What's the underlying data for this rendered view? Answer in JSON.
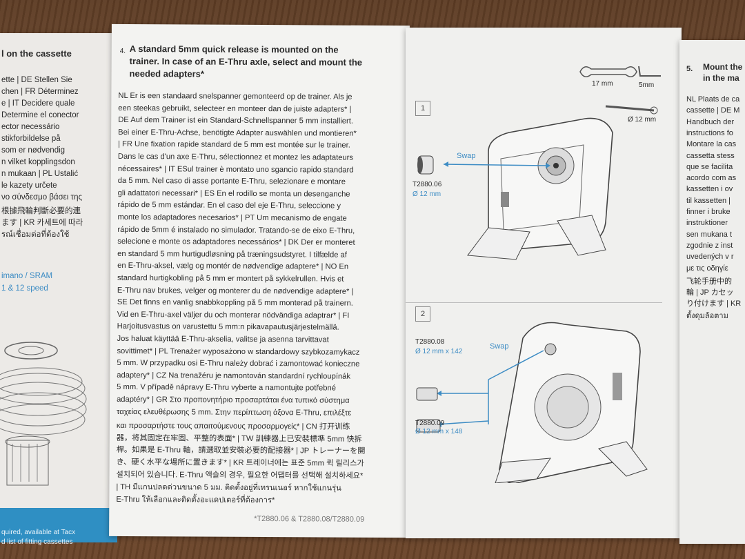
{
  "left_page": {
    "heading": "l on the cassette",
    "lines": [
      "ette | DE Stellen Sie",
      "chen | FR Déterminez",
      "e | IT Decidere quale",
      "Determine el conector",
      "ector necessário",
      "stikforbildelse på",
      "som er nødvendig",
      "n vilket kopplingsdon",
      "n mukaan | PL Ustalić",
      "le kazety určete",
      "νο σύνδεσμο βάσει της",
      "根據飛輪判斷必要的連",
      "ます | KR 카세트에 따라",
      "รณ์เชื่อมต่อที่ต้องใช้"
    ],
    "blue_lines": [
      "imano / SRAM",
      "1 & 12 speed"
    ],
    "strip_lines": [
      "quired, available at Tacx",
      "d list of fitting cassettes"
    ]
  },
  "step4": {
    "number": "4.",
    "title_lines": [
      "A standard 5mm quick release is mounted on the",
      "trainer. In case of an E-Thru axle, select and mount the",
      "needed adapters*"
    ],
    "body": [
      "NL Er is een standaard snelspanner gemonteerd op de trainer. Als je",
      "een steekas gebruikt, selecteer en monteer dan de juiste adapters* |",
      "DE Auf dem Trainer ist ein Standard-Schnellspanner 5 mm installiert.",
      "Bei einer E-Thru-Achse, benötigte Adapter auswählen und montieren*",
      "| FR Une fixation rapide standard de 5 mm est montée sur le trainer.",
      "Dans le cas d'un axe E-Thru, sélectionnez et montez les adaptateurs",
      "nécessaires* | IT ESul trainer è montato uno sgancio rapido standard",
      "da 5 mm. Nel caso di asse portante E-Thru, selezionare e montare",
      "gli adattatori necessari* | ES En el rodillo se monta un desenganche",
      "rápido de 5 mm estándar. En el caso del eje E-Thru, seleccione y",
      "monte los adaptadores necesarios* | PT Um mecanismo de engate",
      "rápido de 5mm é instalado no simulador. Tratando-se de eixo E-Thru,",
      "selecione e monte os adaptadores necessários* | DK Der er monteret",
      "en standard 5 mm hurtigudløsning på træningsudstyret. I tilfælde af",
      "en E-Thru-aksel, vælg og montér de nødvendige adaptere* | NO En",
      "standard hurtigkobling på 5 mm er montert på sykkelrullen. Hvis et",
      "E-Thru nav brukes, velger og monterer du de nødvendige adaptere* |",
      "SE Det finns en vanlig snabbkoppling på 5 mm monterad på trainern.",
      "Vid en E-Thru-axel väljer du och monterar nödvändiga adaptrar* | FI",
      "Harjoitusvastus on varustettu 5 mm:n pikavapautusjärjestelmällä.",
      "Jos haluat käyttää E-Thru-akselia, valitse ja asenna tarvittavat",
      "sovittimet* | PL Trenażer wyposażono w standardowy szybkozamykacz",
      "5 mm. W przypadku osi E-Thru należy dobrać i zamontować konieczne",
      "adaptery* | CZ Na trenažéru je namontován standardní rychloupínák",
      "5 mm. V případě nápravy E-Thru vyberte a namontujte potřebné",
      "adaptéry* | GR Στο προπονητήριο προσαρτάται ένα τυπικό σύστημα",
      "ταχείας ελευθέρωσης 5 mm. Στην περίπτωση άξονα E-Thru, επιλέξτε",
      "και προσαρτήστε τους απαιτούμενους προσαρμογείς* | CN 打开训练",
      "器，将其固定在牢固、平整的表面* | TW 訓練器上已安裝標準 5mm 快拆",
      "桿。如果是 E-Thru 軸，請選取並安裝必要的配接器* | JP トレーナーを開",
      "き、硬く水平な場所に置きます* | KR 트레이너에는 표준 5mm 퀵 릴리스가",
      "설치되어 있습니다. E-Thru 액슬의 경우, 필요한 어댑터를 선택해 설치하세요*",
      "| TH มีแกนปลดด่วนขนาด 5 มม. ติดตั้งอยู่ที่เทรนเนอร์ หากใช้แกนรุ่น",
      "E-Thru ให้เลือกและติดตั้งอะแดปเตอร์ที่ต้องการ*"
    ],
    "footnote": "*T2880.06 & T2880.08/T2880.09"
  },
  "figure": {
    "tool_wrench": "17 mm",
    "tool_hex": "5mm",
    "tool_axle": "Ø 12 mm",
    "box1": "1",
    "box2": "2",
    "swap1": "Swap",
    "swap2": "Swap",
    "part1_code": "T2880.06",
    "part1_size": "Ø 12 mm",
    "part2_code": "T2880.08",
    "part2_size": "Ø 12 mm x 142",
    "part3_code": "T2880.09",
    "part3_size": "Ø 12 mm x 148"
  },
  "step5": {
    "number": "5.",
    "title_lines": [
      "Mount the",
      "in the ma"
    ],
    "lines": [
      "NL Plaats de ca",
      "cassette | DE M",
      "Handbuch der",
      "instructions fo",
      "Montare la cas",
      "cassetta stess",
      "que se facilita",
      "acordo com as",
      "kassetten i ov",
      "til kassetten |",
      "finner i bruke",
      "instruktioner",
      "sen mukana t",
      "zgodnie z inst",
      "uvedených v r",
      "με τις οδηγίε",
      "飞轮手册中的",
      "輪 | JP カセッ",
      "り付けます | KR",
      "ตั้งดุมล้อตาม"
    ]
  }
}
